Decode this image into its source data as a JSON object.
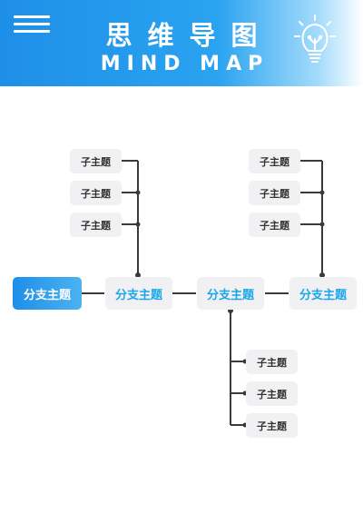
{
  "header": {
    "title": "思维导图",
    "subtitle": "MIND MAP",
    "menu_icon": "hamburger-menu-icon",
    "idea_icon": "lightbulb-icon"
  },
  "colors": {
    "header_gradient_start": "#1e8fe8",
    "accent_text": "#1ba6ea",
    "node_bg": "#f1f1f3",
    "connector": "#3a3a3a"
  },
  "diagram": {
    "branches": [
      {
        "label": "分支主题"
      },
      {
        "label": "分支主题"
      },
      {
        "label": "分支主题"
      },
      {
        "label": "分支主题"
      }
    ],
    "group_upper_left": [
      {
        "label": "子主题"
      },
      {
        "label": "子主题"
      },
      {
        "label": "子主题"
      }
    ],
    "group_upper_right": [
      {
        "label": "子主题"
      },
      {
        "label": "子主题"
      },
      {
        "label": "子主题"
      }
    ],
    "group_lower": [
      {
        "label": "子主题"
      },
      {
        "label": "子主题"
      },
      {
        "label": "子主题"
      }
    ]
  }
}
